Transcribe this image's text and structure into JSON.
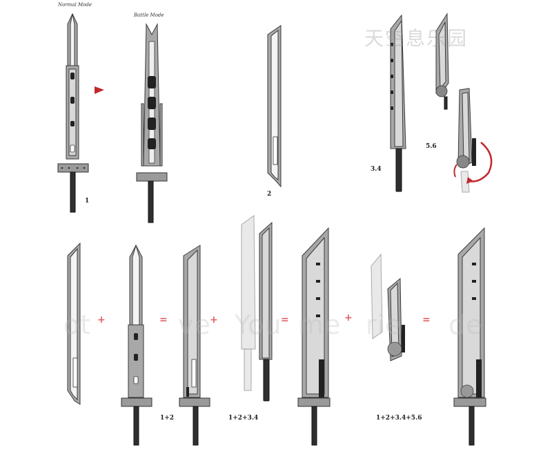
{
  "labels": {
    "normal_mode": "Normal Mode",
    "battle_mode": "Battle Mode",
    "step_1": "1",
    "step_2": "2",
    "step_34": "3.4",
    "step_56": "5.6",
    "combo_12": "1+2",
    "combo_1234": "1+2+3.4",
    "combo_123456": "1+2+3.4+5.6"
  },
  "watermark": {
    "site": "天空息乐园",
    "fragments": [
      "ot",
      "ve",
      "You",
      "me",
      "rie",
      "de"
    ]
  },
  "operators": {
    "plus": "+",
    "equals": "="
  },
  "colors": {
    "blade": "#a8a8a8",
    "blade_light": "#d6d6d6",
    "outline": "#3a3a3a",
    "handle": "#2f2f2f",
    "guard": "#9a9a9a",
    "accent_red": "#c0282c",
    "operator": "#e06060"
  },
  "icons": [
    "arrow-right-icon",
    "rotate-arrow-icon"
  ]
}
